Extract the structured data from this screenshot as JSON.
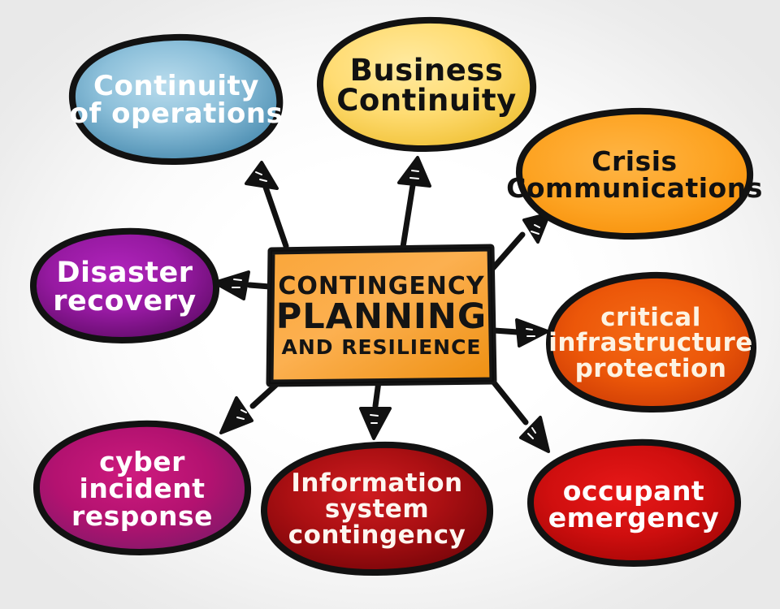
{
  "diagram": {
    "title": "Contingency Planning and Resilience mind map",
    "background": {
      "center_color": "#ffffff",
      "edge_color": "#e9e9e9"
    },
    "center_node": {
      "name": "contingency-planning-and-resilience",
      "lines": [
        "CONTINGENCY",
        "PLANNING",
        "AND RESILIENCE"
      ],
      "fill_light": "#f9a93c",
      "fill_dark": "#ee8e10",
      "text_color": "#141414",
      "outline_color": "#111111",
      "shape": "rectangle"
    },
    "nodes": [
      {
        "id": "continuity-of-operations",
        "lines": [
          "Continuity",
          "of operations"
        ],
        "fill_light": "#9ecbe0",
        "fill_dark": "#3f88ad",
        "text_color": "#ffffff",
        "font_size": 34,
        "shape": "ellipse"
      },
      {
        "id": "business-continuity",
        "lines": [
          "Business",
          "Continuity"
        ],
        "fill_light": "#ffe27f",
        "fill_dark": "#f2c230",
        "text_color": "#111111",
        "font_size": 37,
        "shape": "ellipse"
      },
      {
        "id": "crisis-communications",
        "lines": [
          "Crisis",
          "Communications"
        ],
        "fill_light": "#ffab2e",
        "fill_dark": "#f78f05",
        "text_color": "#111111",
        "font_size": 33,
        "shape": "ellipse"
      },
      {
        "id": "critical-infrastructure-protection",
        "lines": [
          "critical",
          "infrastructure",
          "protection"
        ],
        "fill_light": "#f2600f",
        "fill_dark": "#cc3a05",
        "text_color": "#fdf3e3",
        "font_size": 31,
        "shape": "ellipse"
      },
      {
        "id": "occupant-emergency",
        "lines": [
          "occupant",
          "emergency"
        ],
        "fill_light": "#e01414",
        "fill_dark": "#a80505",
        "text_color": "#ffffff",
        "font_size": 33,
        "shape": "ellipse"
      },
      {
        "id": "information-system-contingency",
        "lines": [
          "Information",
          "system",
          "contingency"
        ],
        "fill_light": "#c8181c",
        "fill_dark": "#7a0408",
        "text_color": "#fdf6f0",
        "font_size": 31,
        "shape": "ellipse"
      },
      {
        "id": "cyber-incident-response",
        "lines": [
          "cyber",
          "incident",
          "response"
        ],
        "fill_light": "#c21273",
        "fill_dark": "#7c1b6e",
        "text_color": "#ffffff",
        "font_size": 33,
        "shape": "ellipse"
      },
      {
        "id": "disaster-recovery",
        "lines": [
          "Disaster",
          "recovery"
        ],
        "fill_light": "#a31cad",
        "fill_dark": "#5c0a63",
        "text_color": "#ffffff",
        "font_size": 35,
        "shape": "ellipse"
      }
    ],
    "connectors": [
      {
        "id": "arrow-to-continuity-of-operations",
        "from": "center",
        "to": "continuity-of-operations"
      },
      {
        "id": "arrow-to-business-continuity",
        "from": "center",
        "to": "business-continuity"
      },
      {
        "id": "arrow-to-crisis-communications",
        "from": "center",
        "to": "crisis-communications"
      },
      {
        "id": "arrow-to-critical-infrastructure-protection",
        "from": "center",
        "to": "critical-infrastructure-protection"
      },
      {
        "id": "arrow-to-occupant-emergency",
        "from": "center",
        "to": "occupant-emergency"
      },
      {
        "id": "arrow-to-information-system-contingency",
        "from": "center",
        "to": "information-system-contingency"
      },
      {
        "id": "arrow-to-cyber-incident-response",
        "from": "center",
        "to": "cyber-incident-response"
      },
      {
        "id": "arrow-to-disaster-recovery",
        "from": "center",
        "to": "disaster-recovery"
      }
    ]
  }
}
